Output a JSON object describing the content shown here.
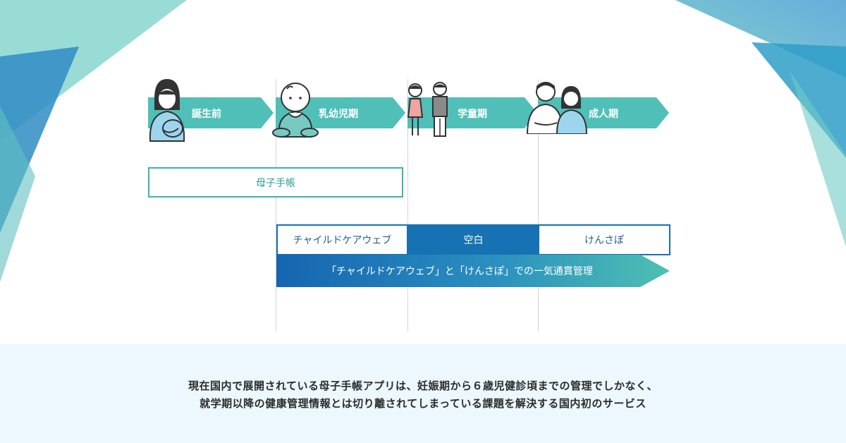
{
  "stages": [
    {
      "label": "誕生前",
      "icon": "pregnant-woman-illustration"
    },
    {
      "label": "乳幼児期",
      "icon": "baby-illustration"
    },
    {
      "label": "学童期",
      "icon": "school-children-illustration"
    },
    {
      "label": "成人期",
      "icon": "adult-couple-illustration"
    }
  ],
  "boshi_techo": {
    "label": "母子手帳"
  },
  "services": [
    {
      "label": "チャイルドケアウェブ"
    },
    {
      "label": "空白"
    },
    {
      "label": "けんさぽ"
    }
  ],
  "integration_arrow": {
    "label": "「チャイルドケアウェブ」と「けんさぽ」での一気通貫管理"
  },
  "description": {
    "line1": "現在国内で展開されている母子手帳アプリは、妊娠期から６歳児健診頃までの管理でしかなく、",
    "line2": "就学期以降の健康管理情報とは切り離されてしまっている課題を解決する国内初のサービス"
  },
  "colors": {
    "teal": "#4fbfb8",
    "blue": "#1672b3",
    "band": "#ecf8fd"
  }
}
